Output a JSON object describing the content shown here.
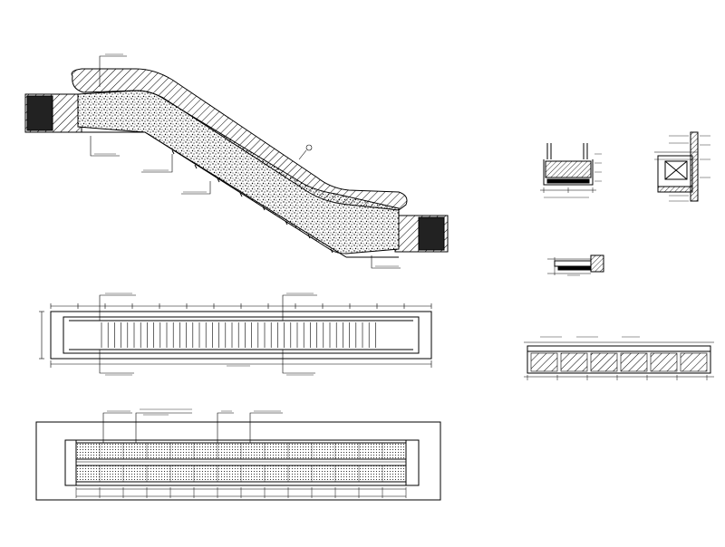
{
  "sheet": {
    "description_free": true,
    "views": [
      "escalator-section",
      "escalator-plan-treads",
      "escalator-plan-finish",
      "detail-pit-section",
      "detail-support-section",
      "detail-small-connection",
      "elevation-cladding-strip"
    ]
  },
  "colors": {
    "line": "#000000",
    "background": "#ffffff"
  }
}
